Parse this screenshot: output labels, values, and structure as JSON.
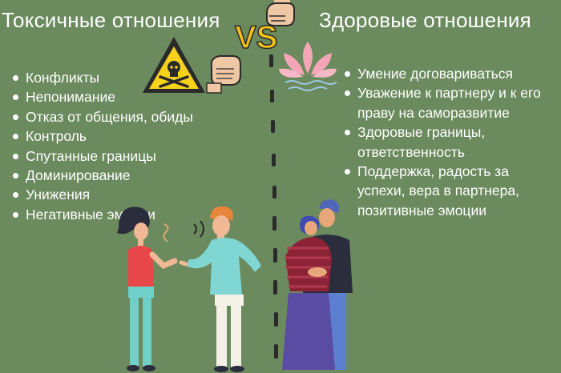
{
  "left": {
    "title": "Токсичные отношения",
    "items": [
      "Конфликты",
      "Непонимание",
      "Отказ от общения, обиды",
      "Контроль",
      "Спутанные границы",
      "Доминирование",
      "Унижения",
      "Негативные эмоции"
    ]
  },
  "right": {
    "title": "Здоровые отношения",
    "items": [
      "Умение договариваться",
      "Уважение к партнеру и к его праву на саморазвитие",
      "Здоровые границы, ответственность",
      "Поддержка, радость за успехи, вера в партнера, позитивные эмоции"
    ]
  },
  "center": {
    "vs": "VS"
  },
  "colors": {
    "background": "#6b8a5e",
    "text": "#ffffff",
    "vs": "#f3c21b",
    "warning": "#f6d21a",
    "lotus": "#f4a6b7"
  },
  "icons": [
    "warning-skull-icon",
    "fist-icon",
    "lotus-icon"
  ]
}
